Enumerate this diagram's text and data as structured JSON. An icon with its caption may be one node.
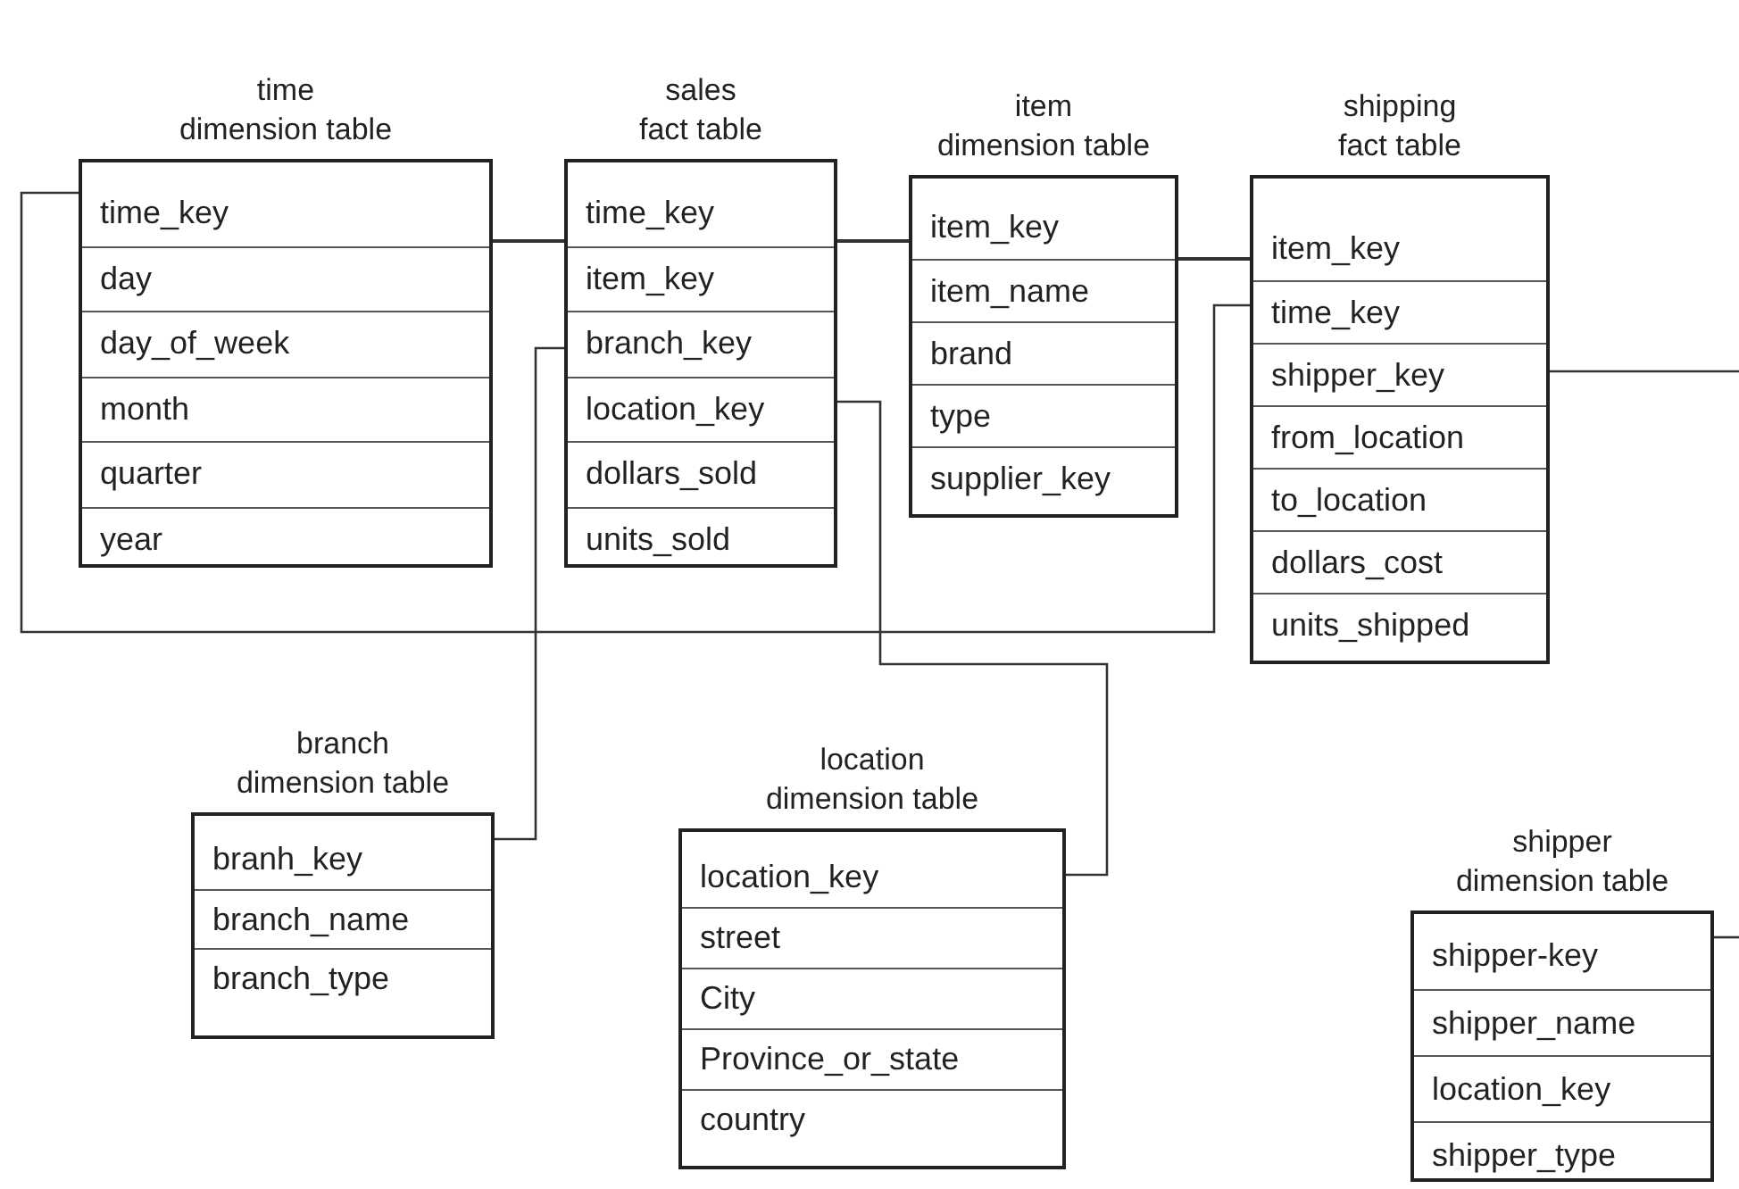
{
  "diagram": {
    "nodes": [
      {
        "text": [
          "time dimension table",
          "time_key",
          "day",
          "day_of_week",
          "month",
          "quarter",
          "year"
        ]
      },
      {
        "text": [
          "sales fact table",
          "time_key",
          "item_key",
          "branch_key",
          "location_key",
          "dollars_sold",
          "units_sold"
        ]
      },
      {
        "text": [
          "item dimension table",
          "item_key",
          "item_name",
          "brand",
          "type",
          "supplier_key"
        ]
      },
      {
        "text": [
          "shipping fact table",
          "item_key",
          "time_key",
          "shipper_key",
          "from_location",
          "to_location",
          "dollars_cost",
          "units_shipped"
        ]
      },
      {
        "text": [
          "branch dimension table",
          "branh_key",
          "branch_name",
          "branch_type"
        ]
      },
      {
        "text": [
          "location dimension table",
          "location_key",
          "street",
          "City",
          "Province_or_state",
          "country"
        ]
      },
      {
        "text": [
          "shipper dimension table",
          "shipper-key",
          "shipper_name",
          "location_key",
          "shipper_type"
        ]
      }
    ],
    "edges": [
      {
        "from": 0,
        "to": 1,
        "arrow": "none"
      },
      {
        "from": 1,
        "to": 2,
        "arrow": "none"
      },
      {
        "from": 2,
        "to": 3,
        "arrow": "none"
      },
      {
        "from": 1,
        "to": 4,
        "arrow": "none"
      },
      {
        "from": 1,
        "to": 5,
        "arrow": "none"
      },
      {
        "from": 0,
        "to": 3,
        "arrow": "none"
      },
      {
        "from": 3,
        "to": null,
        "arrow": "none"
      },
      {
        "from": 6,
        "to": null,
        "arrow": "none"
      }
    ]
  }
}
